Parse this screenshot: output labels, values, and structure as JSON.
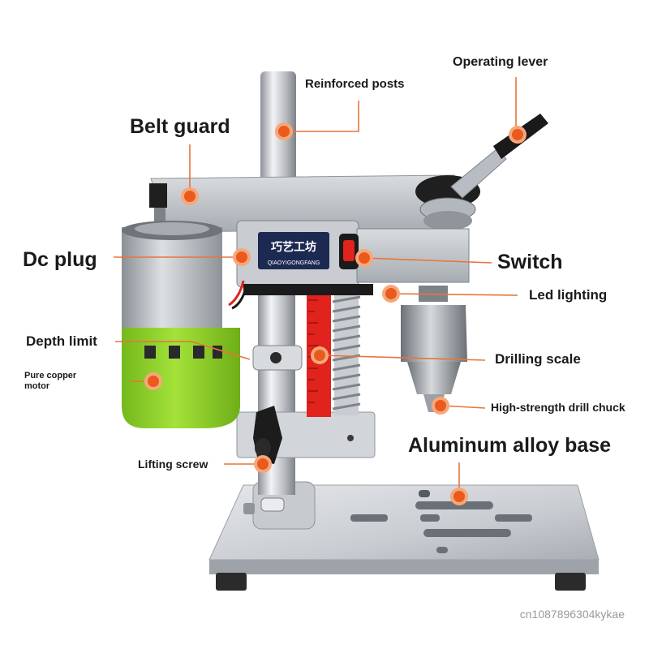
{
  "labels": {
    "operating_lever": "Operating lever",
    "reinforced_posts": "Reinforced posts",
    "belt_guard": "Belt guard",
    "dc_plug": "Dc plug",
    "switch": "Switch",
    "led_lighting": "Led lighting",
    "depth_limit": "Depth limit",
    "drilling_scale": "Drilling scale",
    "pure_copper_motor": "Pure copper motor",
    "high_strength_drill_chuck": "High-strength drill chuck",
    "aluminum_alloy_base": "Aluminum alloy base",
    "lifting_screw": "Lifting screw"
  },
  "nameplate": {
    "cn": "巧艺工坊",
    "en": "QIAOYIGONGFANG"
  },
  "watermark": "cn1087896304kykae",
  "colors": {
    "callout_line": "#e8743b",
    "callout_dot": "#ea5a1c",
    "motor_green": "#8fd12a",
    "aluminum": "#c8ccd1",
    "switch_red": "#e0231c"
  }
}
